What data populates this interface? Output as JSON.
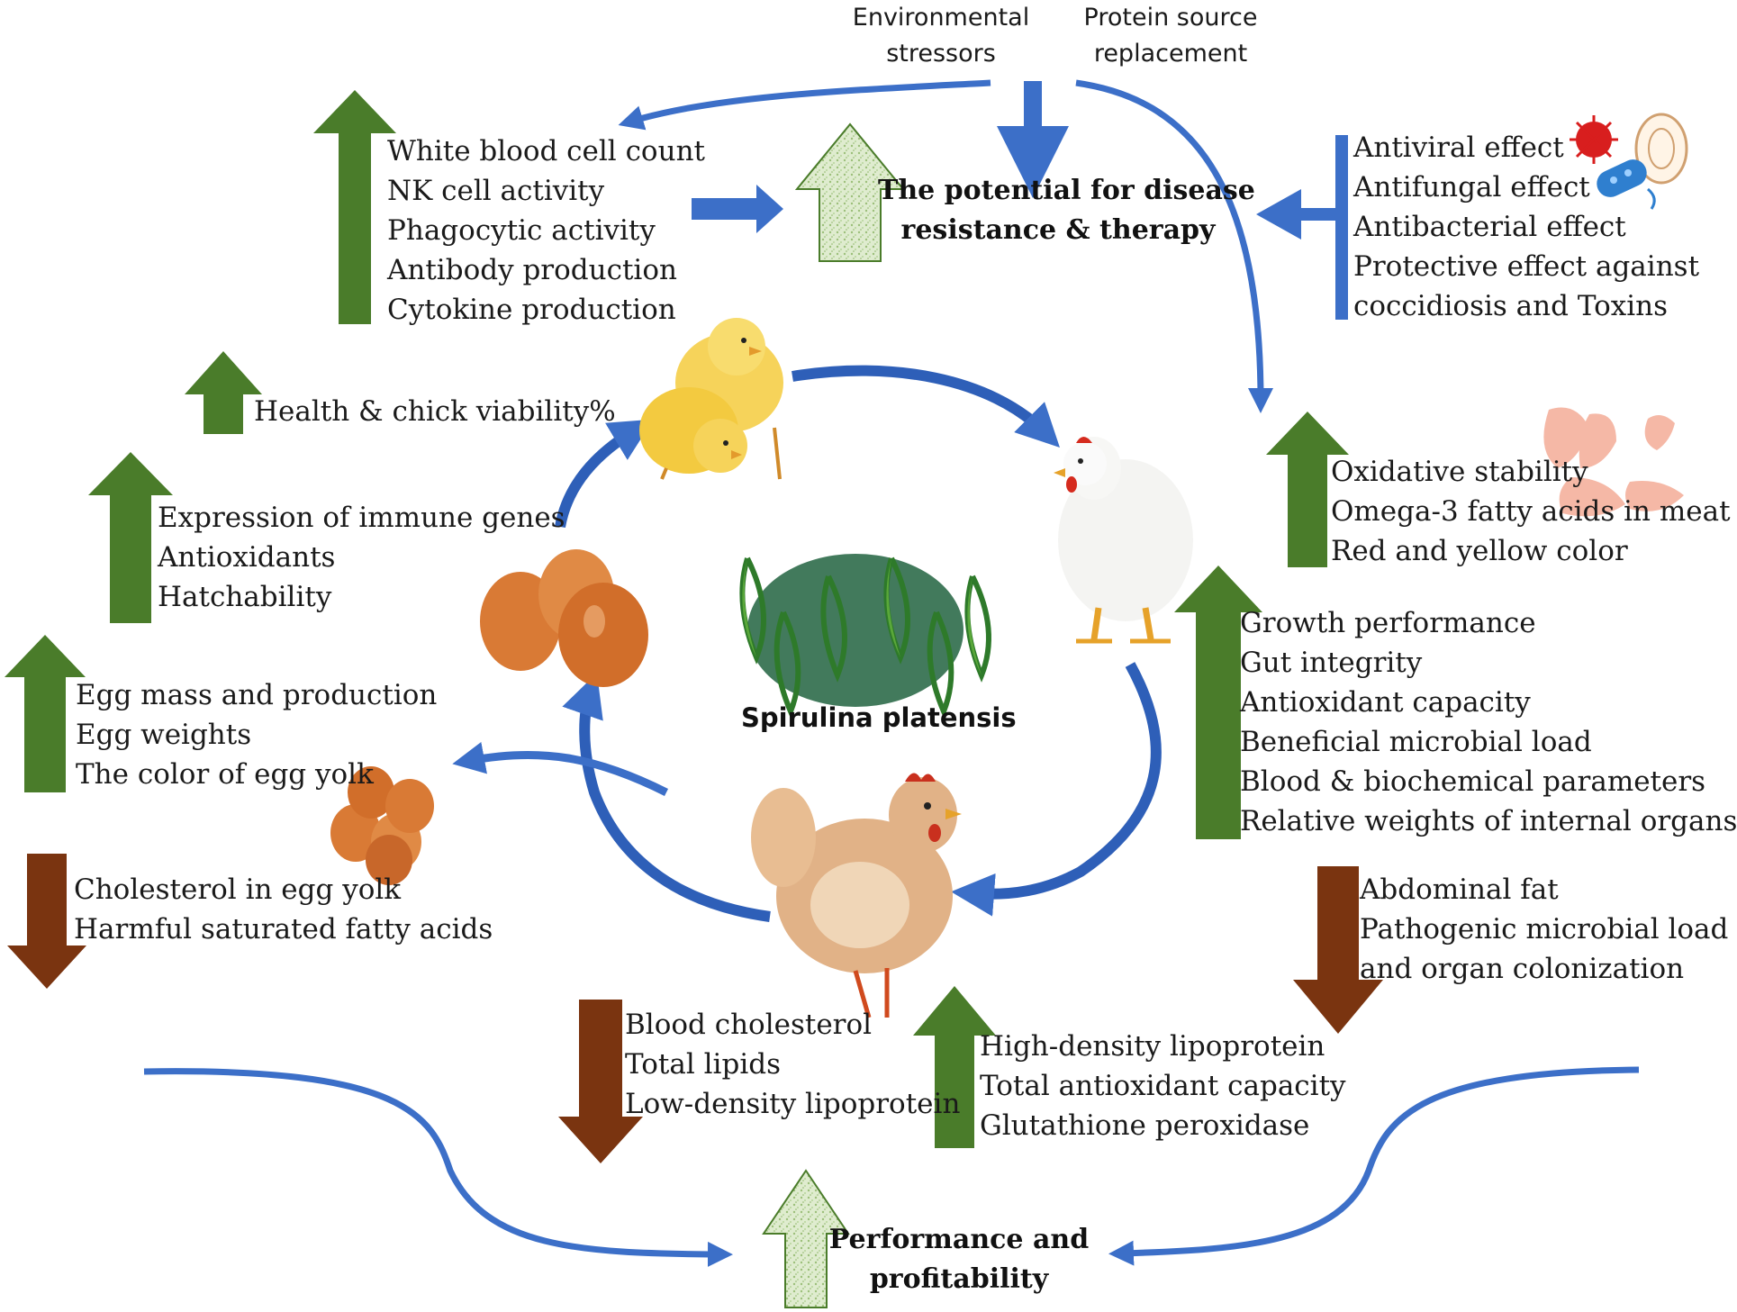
{
  "colors": {
    "up_arrow": "#4a7c2a",
    "down_arrow": "#7a3410",
    "flow_arrow": "#3c6fc8",
    "pale_arrow": "#d9e8c7"
  },
  "top": {
    "env_stressors": [
      "Environmental",
      "stressors"
    ],
    "protein_source": [
      "Protein source",
      "replacement"
    ]
  },
  "disease": {
    "title": [
      "The potential for disease",
      "resistance & therapy"
    ]
  },
  "immune": [
    "White blood cell count",
    "NK cell activity",
    "Phagocytic activity",
    "Antibody production",
    "Cytokine production"
  ],
  "antimicrobial": [
    "Antiviral effect",
    "Antifungal effect",
    "Antibacterial effect",
    "Protective effect against",
    "coccidiosis and Toxins"
  ],
  "chick_health": [
    "Health & chick viability%"
  ],
  "hatch": [
    "Expression of immune genes",
    "Antioxidants",
    "Hatchability"
  ],
  "egg_up": [
    "Egg mass and production",
    "Egg weights",
    "The color of egg yolk"
  ],
  "egg_down": [
    "Cholesterol in egg yolk",
    "Harmful saturated fatty acids"
  ],
  "meat_quality": [
    "Oxidative stability",
    "Omega-3 fatty acids in meat",
    "Red and yellow color"
  ],
  "broiler_up": [
    "Growth performance",
    "Gut integrity",
    "Antioxidant capacity",
    "Beneficial microbial load",
    "Blood & biochemical parameters",
    "Relative weights of internal organs"
  ],
  "broiler_down": [
    "Abdominal fat",
    "Pathogenic microbial load",
    "and organ colonization"
  ],
  "blood_down": [
    "Blood cholesterol",
    "Total lipids",
    "Low-density lipoprotein"
  ],
  "blood_up": [
    "High-density lipoprotein",
    "Total antioxidant capacity",
    "Glutathione peroxidase"
  ],
  "center": {
    "label": "Spirulina platensis"
  },
  "performance": {
    "title": [
      "Performance and",
      "profitability"
    ]
  }
}
